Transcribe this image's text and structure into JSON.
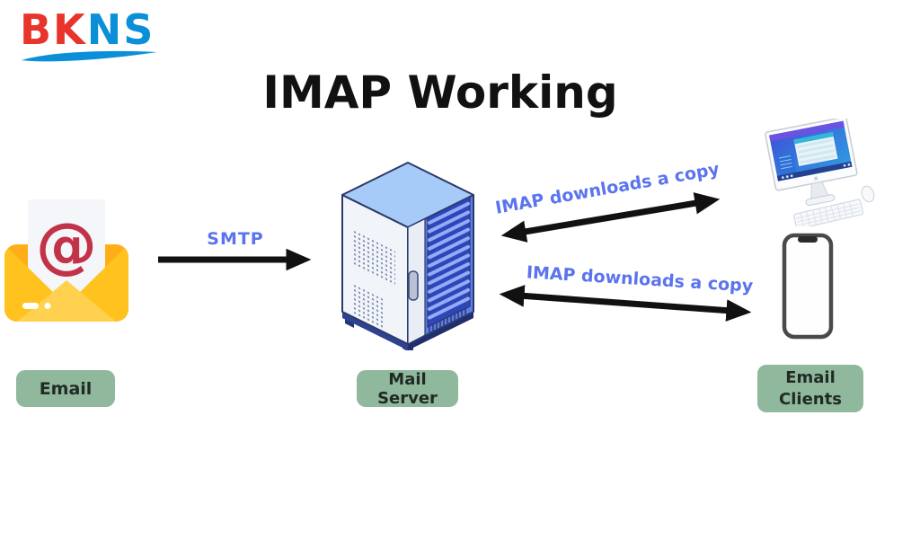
{
  "logo": {
    "red_text": "BK",
    "blue_text": "NS"
  },
  "title": "IMAP Working",
  "nodes": {
    "email": {
      "label": "Email",
      "icon": "open-envelope-at-symbol"
    },
    "mail_server": {
      "label": "Mail Server",
      "icon": "isometric-server-rack"
    },
    "email_clients": {
      "line1": "Email",
      "line2": "Clients",
      "icons": [
        "desktop-computer",
        "smartphone"
      ]
    }
  },
  "flows": {
    "smtp": {
      "label": "SMTP",
      "direction": "email-to-mail-server"
    },
    "imap_desktop": {
      "label": "IMAP downloads a copy",
      "direction": "bidirectional"
    },
    "imap_phone": {
      "label": "IMAP downloads a copy",
      "direction": "bidirectional"
    }
  },
  "icons": {
    "at_symbol": "@"
  },
  "colors": {
    "flow_text_blue": "#5B74EE",
    "arrow_black": "#111111",
    "node_label_green": "#8FB89C",
    "node_label_text": "#222A26",
    "logo_red": "#E8342A",
    "logo_blue": "#0A8FD8",
    "envelope_yellow": "#FFC21E",
    "server_blue": "#5C7DEE",
    "title_black": "#111111"
  }
}
